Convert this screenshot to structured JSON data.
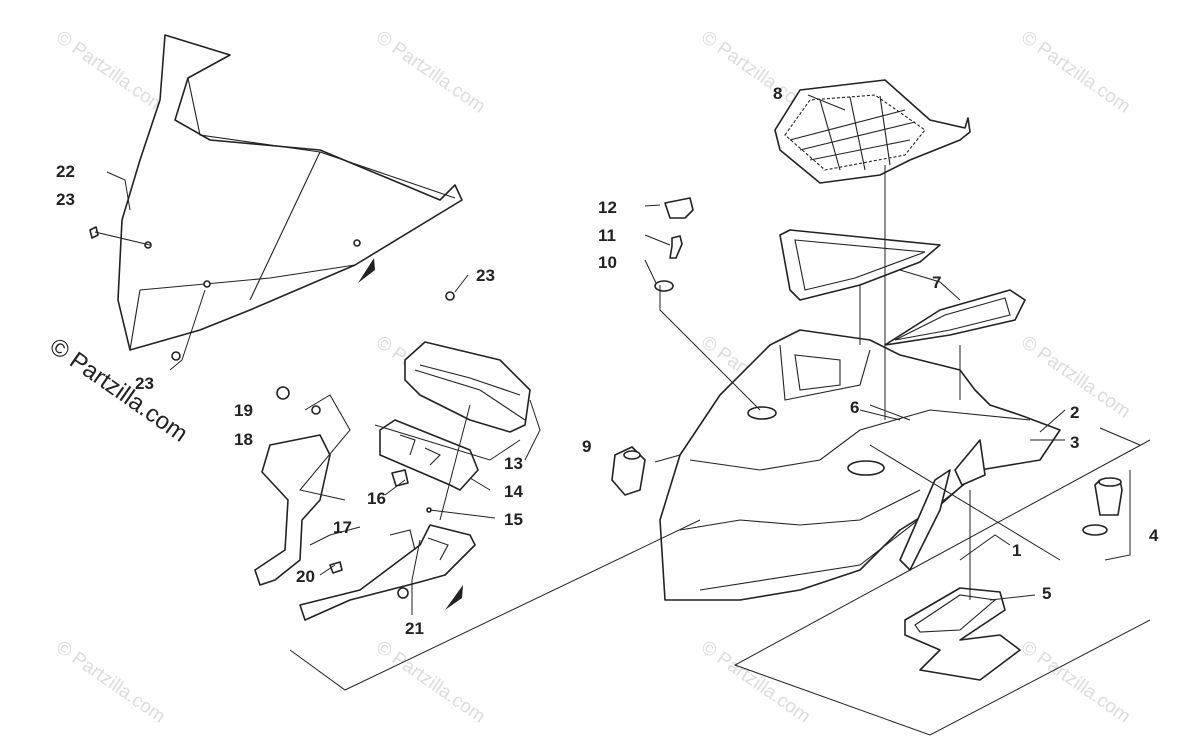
{
  "watermark": {
    "text": "© Partzilla.com",
    "main_text": "© Partzilla.com",
    "color": "#dcdcdc"
  },
  "callouts": {
    "c1": "1",
    "c2": "2",
    "c3": "3",
    "c4": "4",
    "c5": "5",
    "c6": "6",
    "c7": "7",
    "c8": "8",
    "c9": "9",
    "c10": "10",
    "c11": "11",
    "c12": "12",
    "c13": "13",
    "c14": "14",
    "c15": "15",
    "c16": "16",
    "c17": "17",
    "c18": "18",
    "c19": "19",
    "c20": "20",
    "c21": "21",
    "c22": "22",
    "c23a": "23",
    "c23b": "23",
    "c23c": "23"
  },
  "colors": {
    "line": "#222222",
    "background": "#ffffff"
  }
}
